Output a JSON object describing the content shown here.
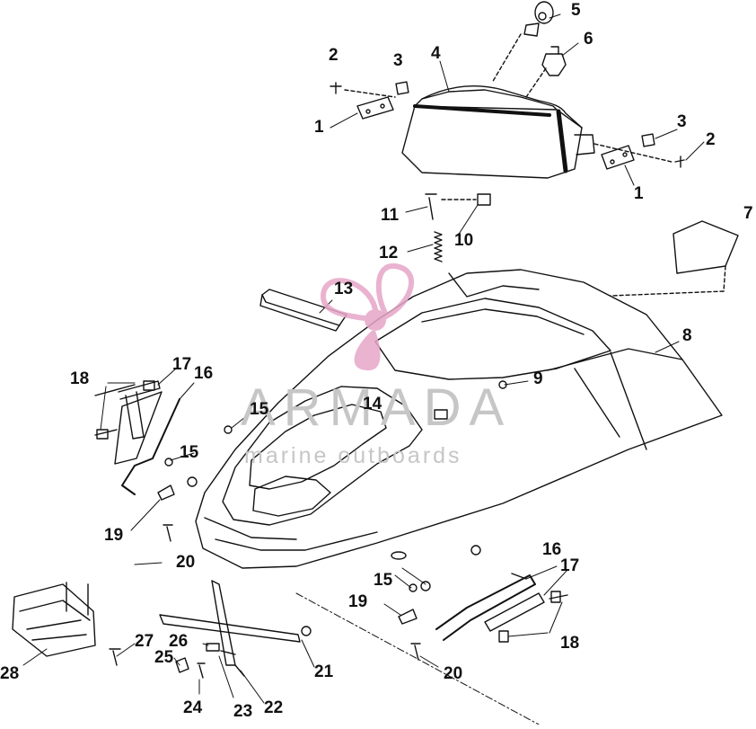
{
  "watermark": {
    "brand": "ARMADA",
    "tagline": "marine outboards",
    "colors": {
      "logo": "#e6a6c8",
      "text": "#c8c8c8"
    }
  },
  "diagram": {
    "callouts": [
      {
        "id": "c1a",
        "text": "1"
      },
      {
        "id": "c2a",
        "text": "2"
      },
      {
        "id": "c3a",
        "text": "3"
      },
      {
        "id": "c4",
        "text": "4"
      },
      {
        "id": "c5",
        "text": "5"
      },
      {
        "id": "c6",
        "text": "6"
      },
      {
        "id": "c3b",
        "text": "3"
      },
      {
        "id": "c2b",
        "text": "2"
      },
      {
        "id": "c1b",
        "text": "1"
      },
      {
        "id": "c7",
        "text": "7"
      },
      {
        "id": "c8",
        "text": "8"
      },
      {
        "id": "c9",
        "text": "9"
      },
      {
        "id": "c10",
        "text": "10"
      },
      {
        "id": "c11",
        "text": "11"
      },
      {
        "id": "c12",
        "text": "12"
      },
      {
        "id": "c13",
        "text": "13"
      },
      {
        "id": "c14",
        "text": "14"
      },
      {
        "id": "c15a",
        "text": "15"
      },
      {
        "id": "c15b",
        "text": "15"
      },
      {
        "id": "c15c",
        "text": "15"
      },
      {
        "id": "c16a",
        "text": "16"
      },
      {
        "id": "c17a",
        "text": "17"
      },
      {
        "id": "c18a",
        "text": "18"
      },
      {
        "id": "c19a",
        "text": "19"
      },
      {
        "id": "c20a",
        "text": "20"
      },
      {
        "id": "c16b",
        "text": "16"
      },
      {
        "id": "c17b",
        "text": "17"
      },
      {
        "id": "c18b",
        "text": "18"
      },
      {
        "id": "c19b",
        "text": "19"
      },
      {
        "id": "c20b",
        "text": "20"
      },
      {
        "id": "c21",
        "text": "21"
      },
      {
        "id": "c22",
        "text": "22"
      },
      {
        "id": "c23",
        "text": "23"
      },
      {
        "id": "c24",
        "text": "24"
      },
      {
        "id": "c25",
        "text": "25"
      },
      {
        "id": "c26",
        "text": "26"
      },
      {
        "id": "c27",
        "text": "27"
      },
      {
        "id": "c28",
        "text": "28"
      }
    ]
  }
}
